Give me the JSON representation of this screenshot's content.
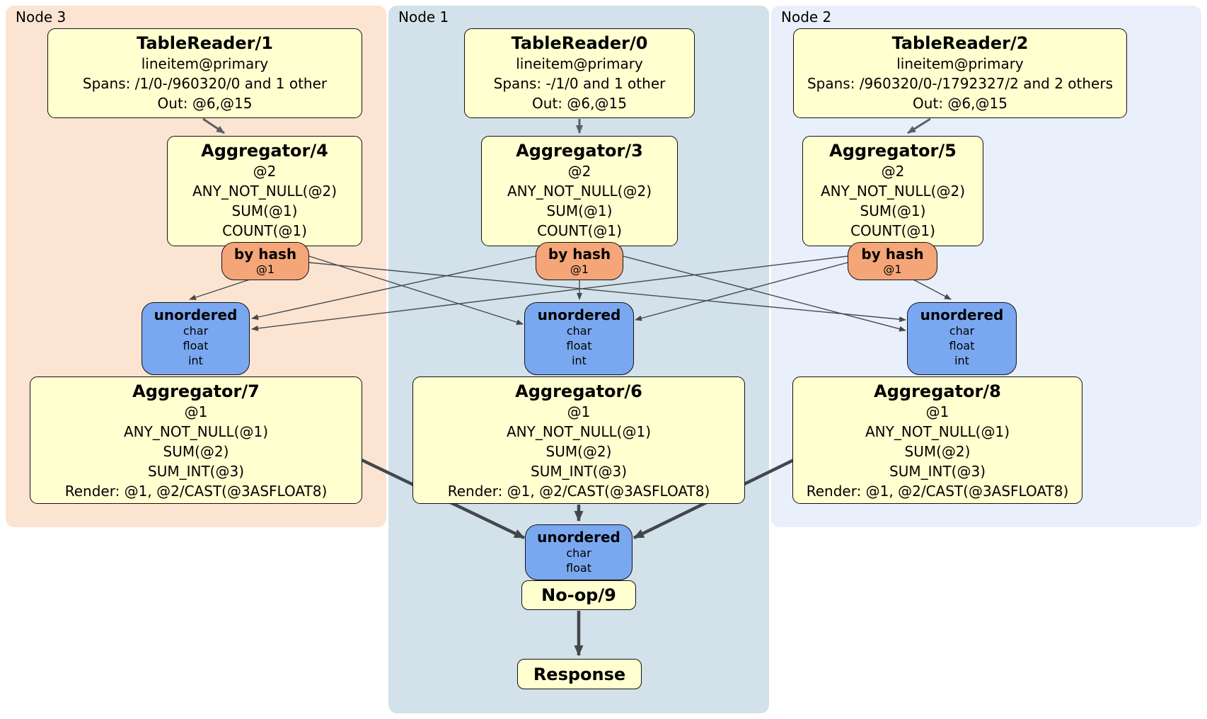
{
  "colors": {
    "region-node3": "#fce4d3",
    "region-node1": "#d2e1ea",
    "region-node2": "#e9effb",
    "processor-fill": "#ffffd0",
    "router-fill": "#f5a678",
    "sync-fill": "#7aa8f0",
    "border": "#111111",
    "edge-thin": "#46494c",
    "edge-medium": "#5b5f63",
    "edge-thick": "#43474b"
  },
  "nodes": {
    "node3": {
      "label": "Node 3",
      "tableReader": {
        "title": "TableReader/1",
        "table": "lineitem@primary",
        "spans": "Spans: /1/0-/960320/0 and 1 other",
        "out": "Out: @6,@15"
      },
      "aggTop": {
        "title": "Aggregator/4",
        "lines": [
          "@2",
          "ANY_NOT_NULL(@2)",
          "SUM(@1)",
          "COUNT(@1)"
        ]
      },
      "router": {
        "title": "by hash",
        "key": "@1"
      },
      "sync": {
        "title": "unordered",
        "cols": [
          "char",
          "float",
          "int"
        ]
      },
      "aggBottom": {
        "title": "Aggregator/7",
        "lines": [
          "@1",
          "ANY_NOT_NULL(@1)",
          "SUM(@2)",
          "SUM_INT(@3)",
          "Render: @1, @2/CAST(@3ASFLOAT8)"
        ]
      }
    },
    "node1": {
      "label": "Node 1",
      "tableReader": {
        "title": "TableReader/0",
        "table": "lineitem@primary",
        "spans": "Spans: -/1/0 and 1 other",
        "out": "Out: @6,@15"
      },
      "aggTop": {
        "title": "Aggregator/3",
        "lines": [
          "@2",
          "ANY_NOT_NULL(@2)",
          "SUM(@1)",
          "COUNT(@1)"
        ]
      },
      "router": {
        "title": "by hash",
        "key": "@1"
      },
      "sync": {
        "title": "unordered",
        "cols": [
          "char",
          "float",
          "int"
        ]
      },
      "aggBottom": {
        "title": "Aggregator/6",
        "lines": [
          "@1",
          "ANY_NOT_NULL(@1)",
          "SUM(@2)",
          "SUM_INT(@3)",
          "Render: @1, @2/CAST(@3ASFLOAT8)"
        ]
      },
      "finalSync": {
        "title": "unordered",
        "cols": [
          "char",
          "float"
        ]
      },
      "noop": {
        "title": "No-op/9"
      },
      "response": {
        "title": "Response"
      }
    },
    "node2": {
      "label": "Node 2",
      "tableReader": {
        "title": "TableReader/2",
        "table": "lineitem@primary",
        "spans": "Spans: /960320/0-/1792327/2 and 2 others",
        "out": "Out: @6,@15"
      },
      "aggTop": {
        "title": "Aggregator/5",
        "lines": [
          "@2",
          "ANY_NOT_NULL(@2)",
          "SUM(@1)",
          "COUNT(@1)"
        ]
      },
      "router": {
        "title": "by hash",
        "key": "@1"
      },
      "sync": {
        "title": "unordered",
        "cols": [
          "char",
          "float",
          "int"
        ]
      },
      "aggBottom": {
        "title": "Aggregator/8",
        "lines": [
          "@1",
          "ANY_NOT_NULL(@1)",
          "SUM(@2)",
          "SUM_INT(@3)",
          "Render: @1, @2/CAST(@3ASFLOAT8)"
        ]
      }
    }
  }
}
